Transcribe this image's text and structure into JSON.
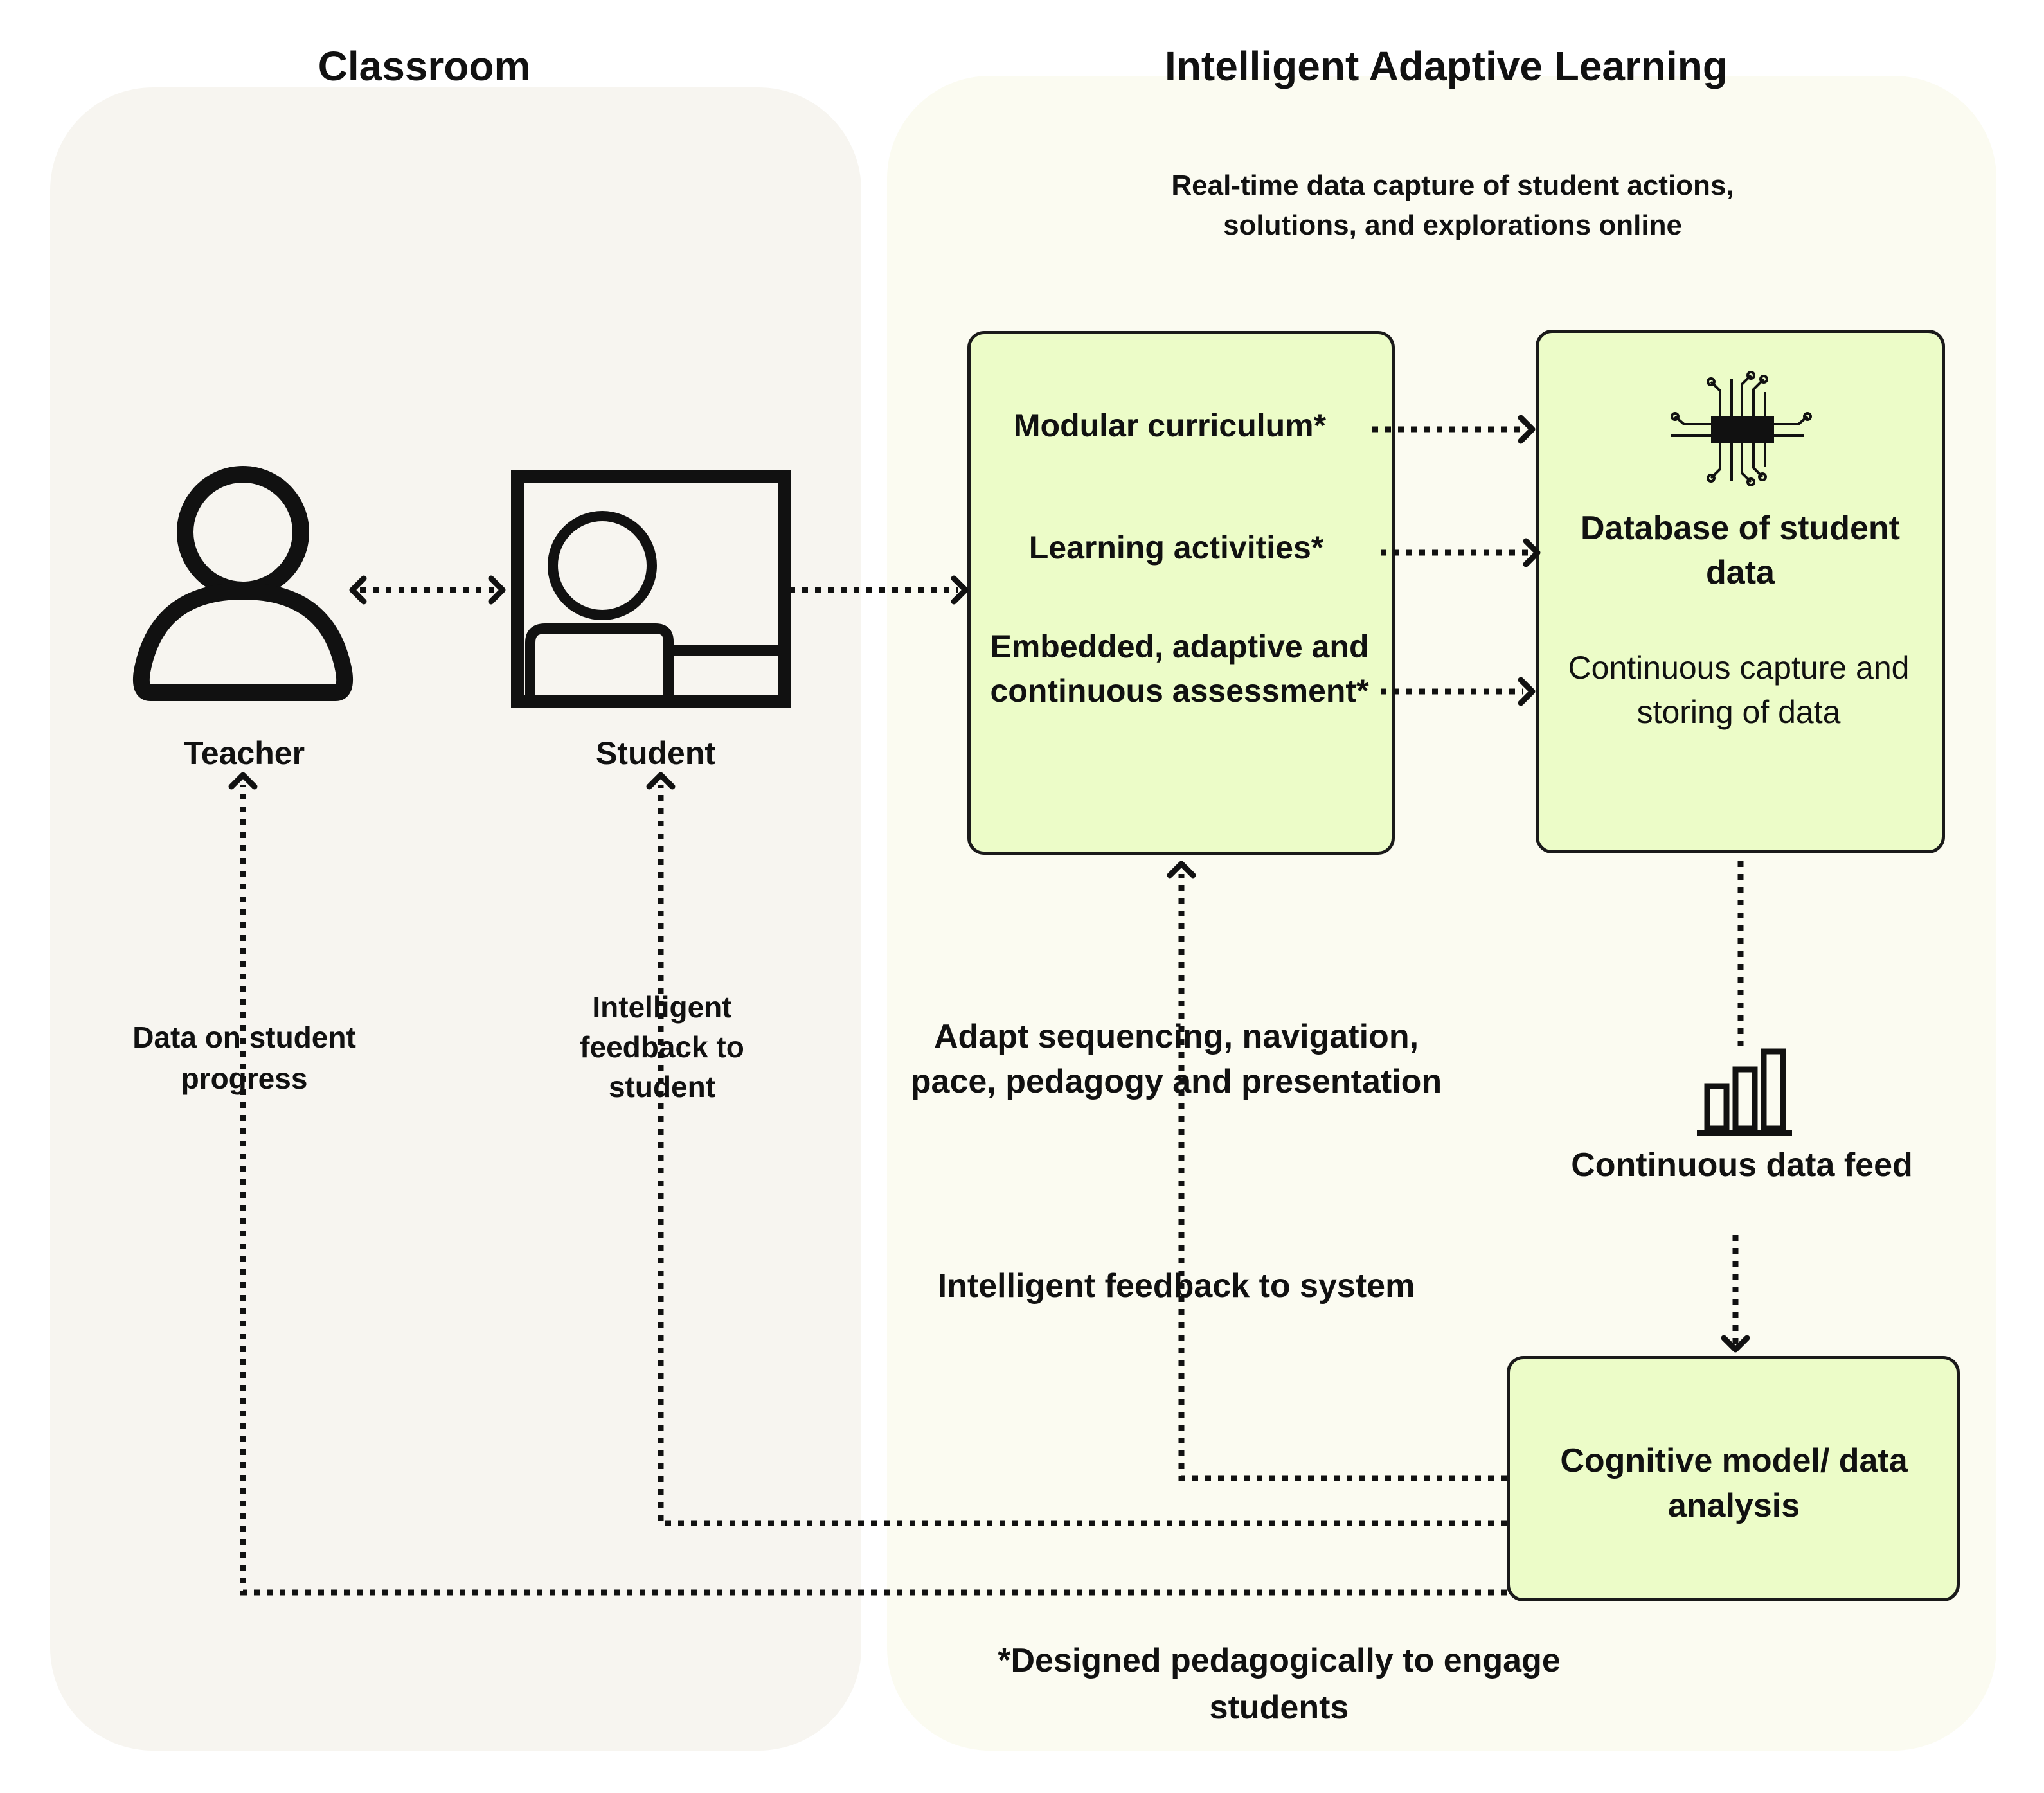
{
  "headings": {
    "classroom": "Classroom",
    "ial": "Intelligent Adaptive Learning"
  },
  "top_note": "Real-time data capture of student actions, solutions, and explorations online",
  "actors": {
    "teacher": "Teacher",
    "student": "Student"
  },
  "content_box": {
    "item1": "Modular curriculum*",
    "item2": "Learning activities*",
    "item3": "Embedded, adaptive and continuous assessment*"
  },
  "database_box": {
    "title": "Database of student data",
    "subtitle": "Continuous capture and storing of data"
  },
  "feed_label": "Continuous data feed",
  "cognitive_box": {
    "title": "Cognitive model/ data analysis"
  },
  "labels": {
    "adapt": "Adapt sequencing, navigation, pace, pedagogy and presentation",
    "feedback_system": "Intelligent feedback to system",
    "feedback_student": "Intelligent feedback to student",
    "progress": "Data on student progress"
  },
  "footnote": "*Designed pedagogically to engage students",
  "colors": {
    "classroom_bg": "#f7f5f0",
    "ial_bg": "#fbfbf1",
    "box_fill": "#ecfcc8",
    "line": "#111111"
  },
  "icons": [
    "teacher-person-icon",
    "student-screen-icon",
    "chip-icon",
    "bar-chart-icon"
  ]
}
